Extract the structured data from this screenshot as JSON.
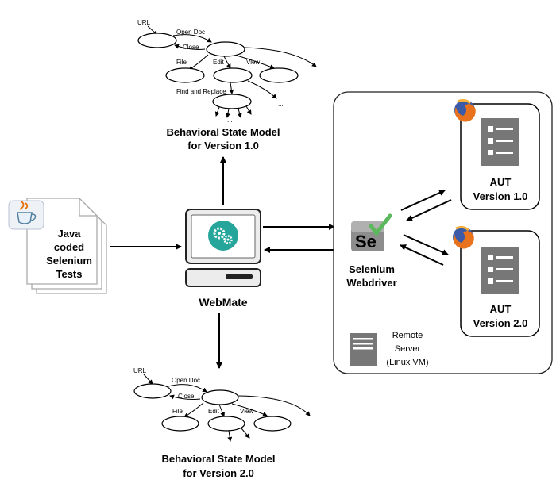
{
  "model_top": {
    "nodes": {
      "url": "URL",
      "open_doc": "Open Doc",
      "close": "Close",
      "file": "File",
      "edit": "Edit",
      "view": "View",
      "find_replace": "Find and Replace",
      "ellipsis": "..."
    },
    "title_line1": "Behavioral State Model",
    "title_line2": "for Version 1.0"
  },
  "model_bottom": {
    "nodes": {
      "url": "URL",
      "open_doc": "Open Doc",
      "close": "Close",
      "file": "File",
      "edit": "Edit",
      "view": "View",
      "ellipsis": "..."
    },
    "title_line1": "Behavioral State Model",
    "title_line2": "for Version 2.0"
  },
  "tests": {
    "line1": "Java",
    "line2": "coded",
    "line3": "Selenium",
    "line4": "Tests"
  },
  "webmate": {
    "label": "WebMate"
  },
  "selenium": {
    "logo_text": "Se",
    "line1": "Selenium",
    "line2": "Webdriver"
  },
  "aut1": {
    "line1": "AUT",
    "line2": "Version 1.0"
  },
  "aut2": {
    "line1": "AUT",
    "line2": "Version 2.0"
  },
  "server": {
    "line1": "Remote",
    "line2": "Server",
    "line3": "(Linux VM)"
  },
  "colors": {
    "accent_teal": "#26a69a",
    "firefox_orange": "#e8731c",
    "firefox_blue": "#3b5aa8",
    "gray_icon": "#777777"
  }
}
